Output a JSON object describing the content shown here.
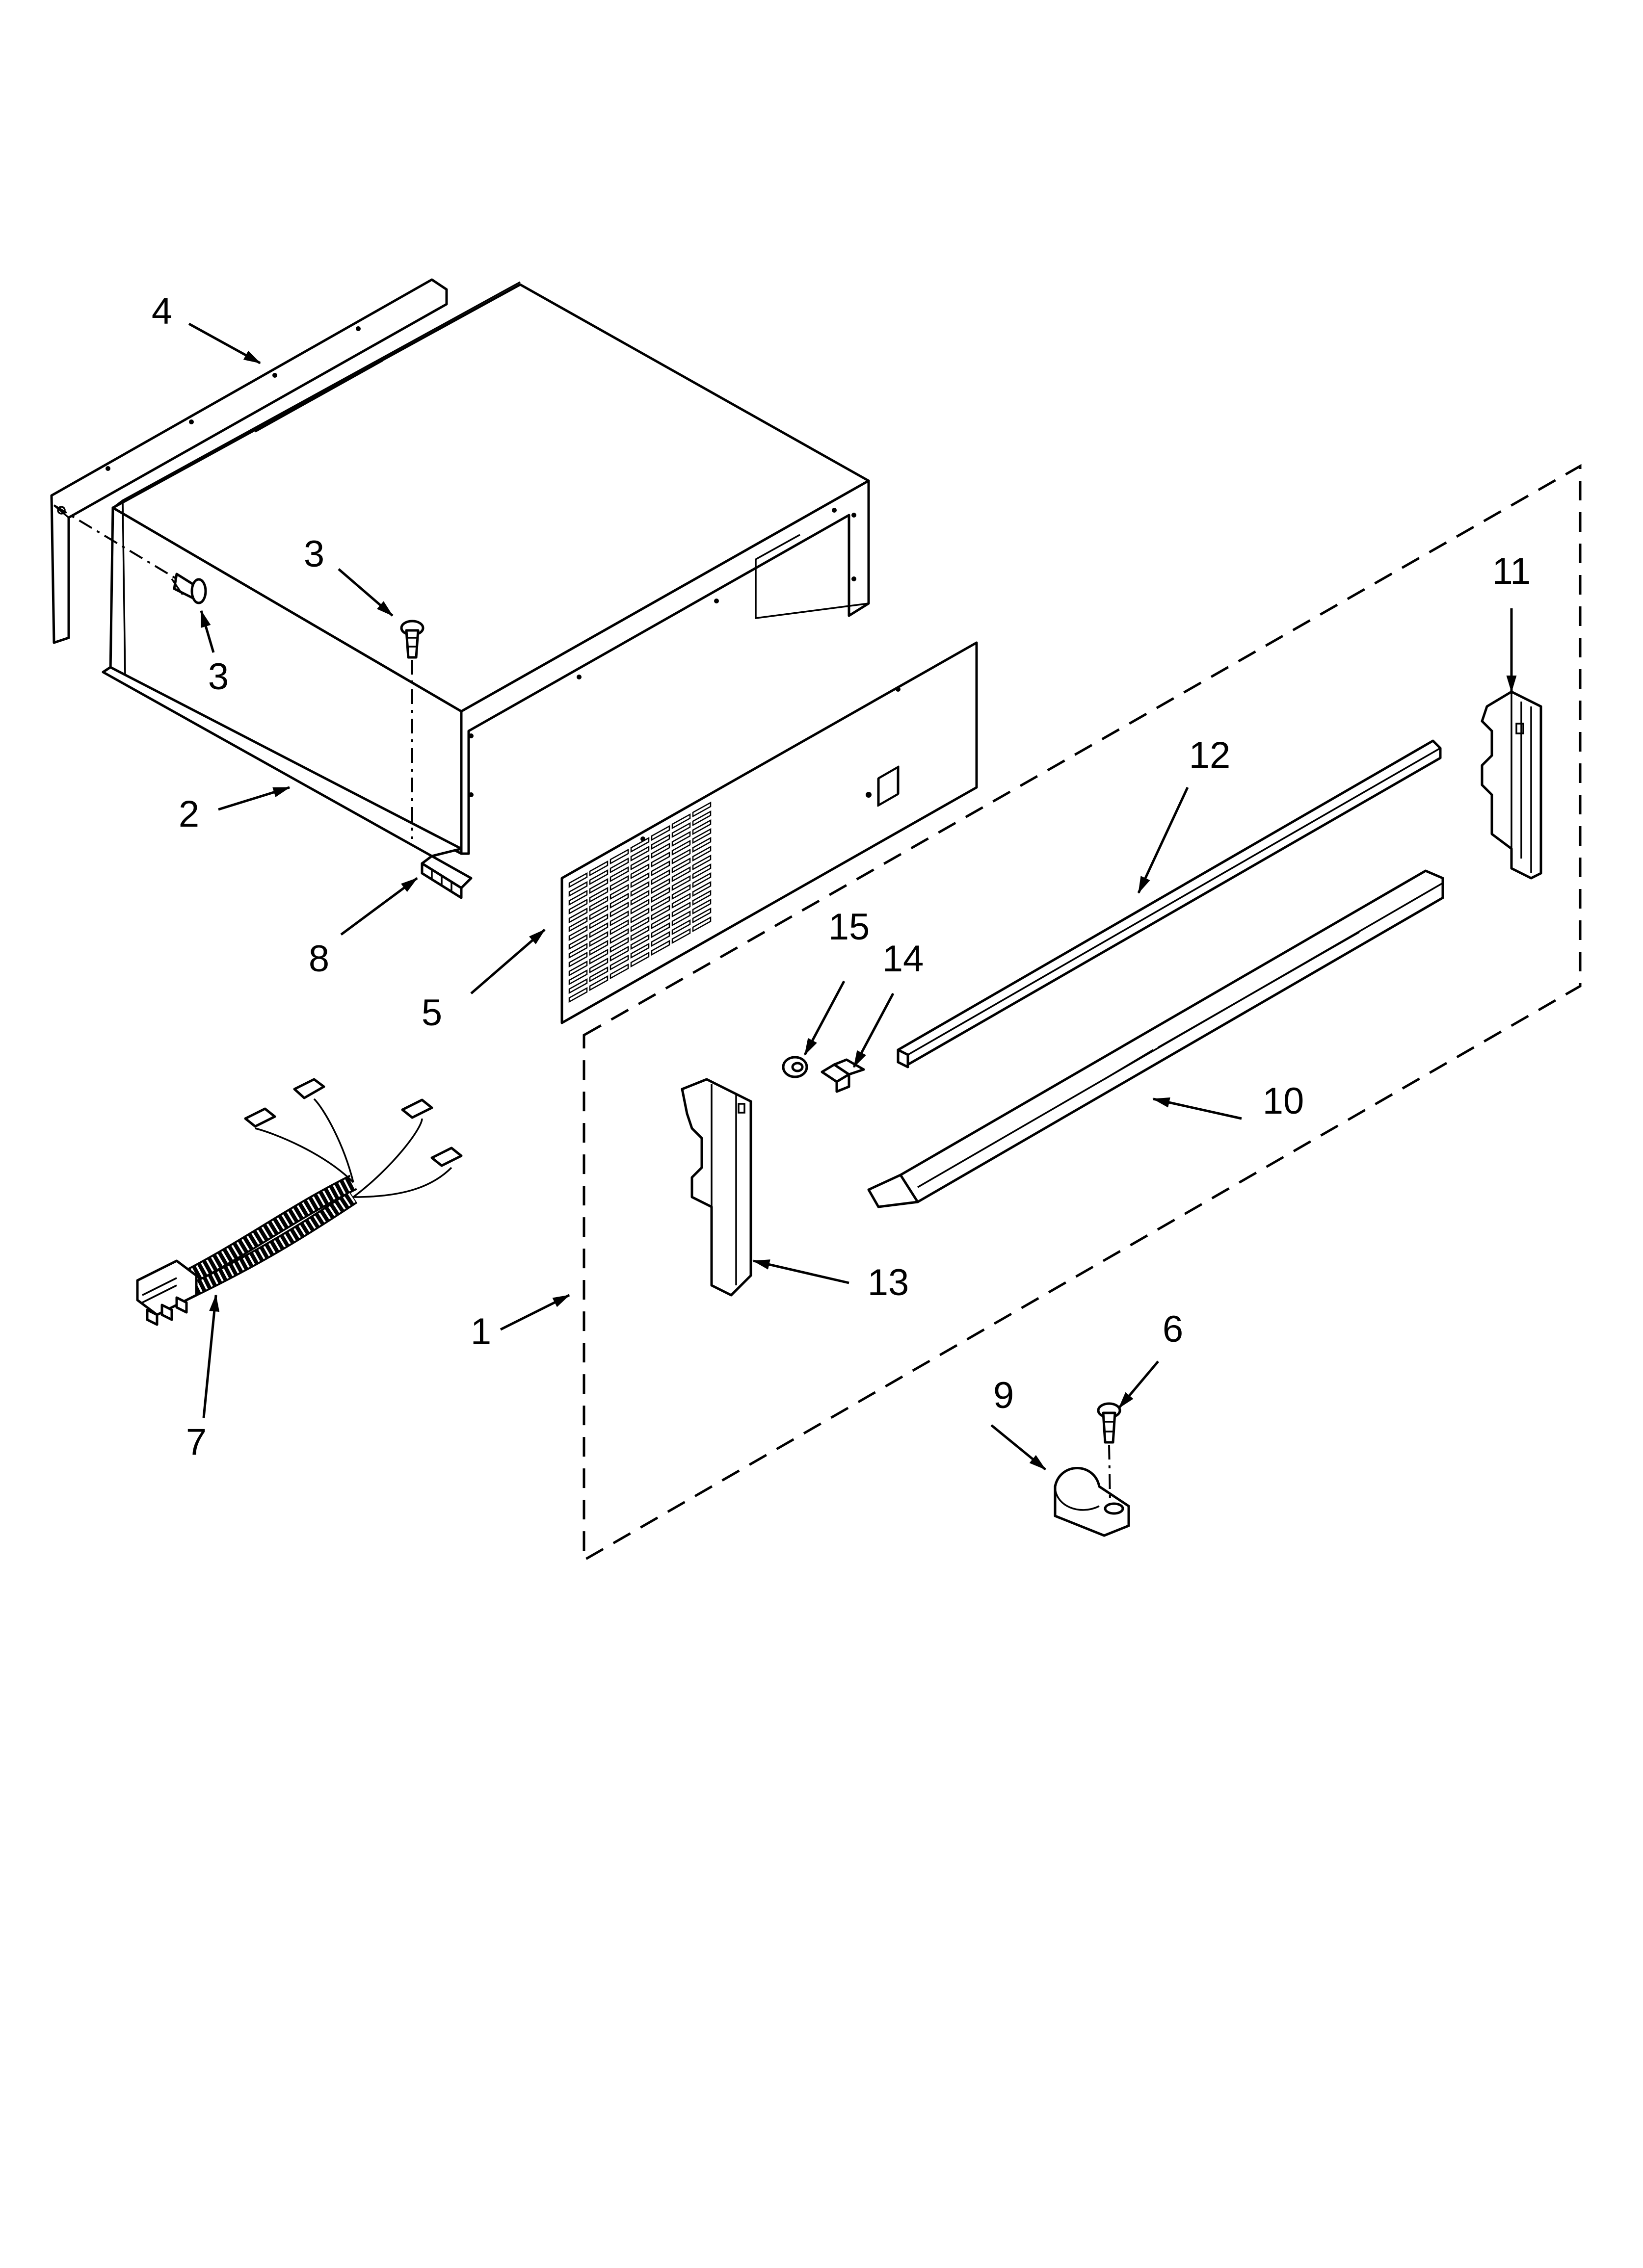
{
  "diagram": {
    "callouts": [
      "1",
      "2",
      "3",
      "3",
      "4",
      "5",
      "6",
      "7",
      "8",
      "9",
      "10",
      "11",
      "12",
      "13",
      "14",
      "15"
    ]
  }
}
